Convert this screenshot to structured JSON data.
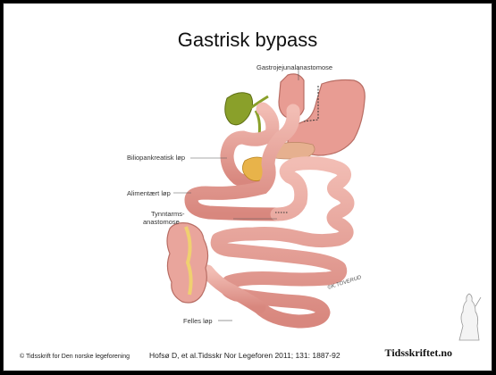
{
  "slide": {
    "title": "Gastrisk bypass",
    "labels": {
      "gastrojejunal": "Gastrojejunalanastomose",
      "biliopankreatisk": "Biliopankreatisk løp",
      "alimentaert": "Alimentært løp",
      "tynntarms_1": "Tynntarms-",
      "tynntarms_2": "anastomose",
      "felles": "Felles løp"
    },
    "footer": {
      "copyright": "© Tidsskrift for Den norske legeforening",
      "citation": "Hofsø D, et al.Tidsskr Nor Legeforen 2011; 131: 1887-92",
      "logo": "Tidsskriftet.no"
    },
    "signature": "©K.TOVERUD"
  },
  "colors": {
    "intestine": "#e9a59c",
    "intestine_dark": "#c9786f",
    "stomach": "#e89c93",
    "gallbladder": "#8aa02a",
    "pancreas": "#e8b34a",
    "background": "#ffffff",
    "frame": "#000000"
  }
}
